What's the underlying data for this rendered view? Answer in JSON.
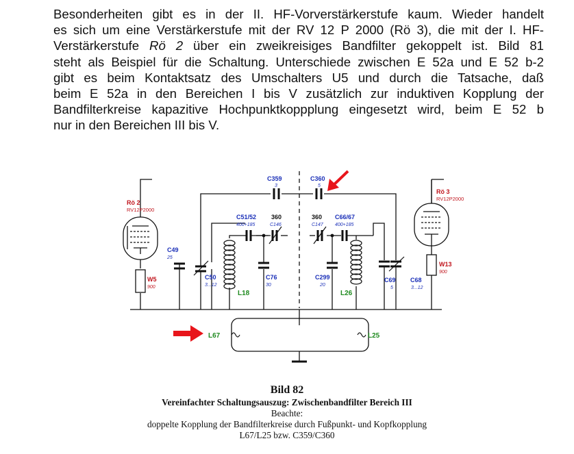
{
  "paragraph": {
    "lines": [
      "Besonderheiten gibt es in der II. HF-Vorverstärkerstufe kaum. Wieder handelt",
      "es sich um eine Verstärkerstufe mit der RV 12 P 2000 (Rö 3), die mit der I. HF-",
      [
        "Verstärkerstufe ",
        "Rö 2",
        " über ein zweikreisiges Bandfilter gekoppelt ist. Bild 81"
      ],
      "steht als Beispiel für die Schaltung. Unterschiede zwischen E 52a und E 52 b-2",
      "gibt es beim Kontaktsatz des Umschalters U5 und durch die Tatsache, daß",
      "beim E 52a in den Bereichen I bis V zusätzlich zur induktiven Kopplung der",
      "Bandfilterkreise kapazitive Hochpunktkoppplung eingesetzt wird, beim E 52 b",
      "nur in den Bereichen III bis V."
    ]
  },
  "schematic": {
    "colors": {
      "line": "#111111",
      "ref_blue": "#1a2fb8",
      "tube_red": "#c0141c",
      "coil_green": "#1f8a1f",
      "arrow": "#e8151b"
    },
    "labels": {
      "ro2_name": "Rö 2",
      "ro2_type": "RV12P2000",
      "ro3_name": "Rö 3",
      "ro3_type": "RV12P2000",
      "w5_name": "W5",
      "w5_value": "900",
      "w13_name": "W13",
      "w13_value": "900",
      "c49_name": "C49",
      "c49_value": "25",
      "c50_name": "C50",
      "c50_value": "3...12",
      "c359_name": "C359",
      "c359_value": "3",
      "c360_name": "C360",
      "c360_value": "5",
      "c5152_name": "C51/52",
      "c5152_value": "400+185",
      "s360a_name": "360",
      "c146_value": "C146",
      "s360b_name": "360",
      "c147_value": "C147",
      "c6667_name": "C66/67",
      "c6667_value": "400+185",
      "c76_name": "C76",
      "c76_value": "30",
      "c299_name": "C299",
      "c299_value": "20",
      "c69_name": "C69",
      "c69_value": "5",
      "c68_name": "C68",
      "c68_value": "3...12",
      "l18_name": "L18",
      "l26_name": "L26",
      "l67_name": "L67",
      "l25_name": "L25"
    }
  },
  "caption": {
    "title": "Bild 82",
    "subtitle": "Vereinfachter Schaltungsauszug: Zwischenbandfilter Bereich III",
    "note_lines": [
      "Beachte:",
      "doppelte Kopplung der Bandfilterkreise durch Fußpunkt- und Kopfkopplung",
      "L67/L25 bzw. C359/C360"
    ]
  }
}
